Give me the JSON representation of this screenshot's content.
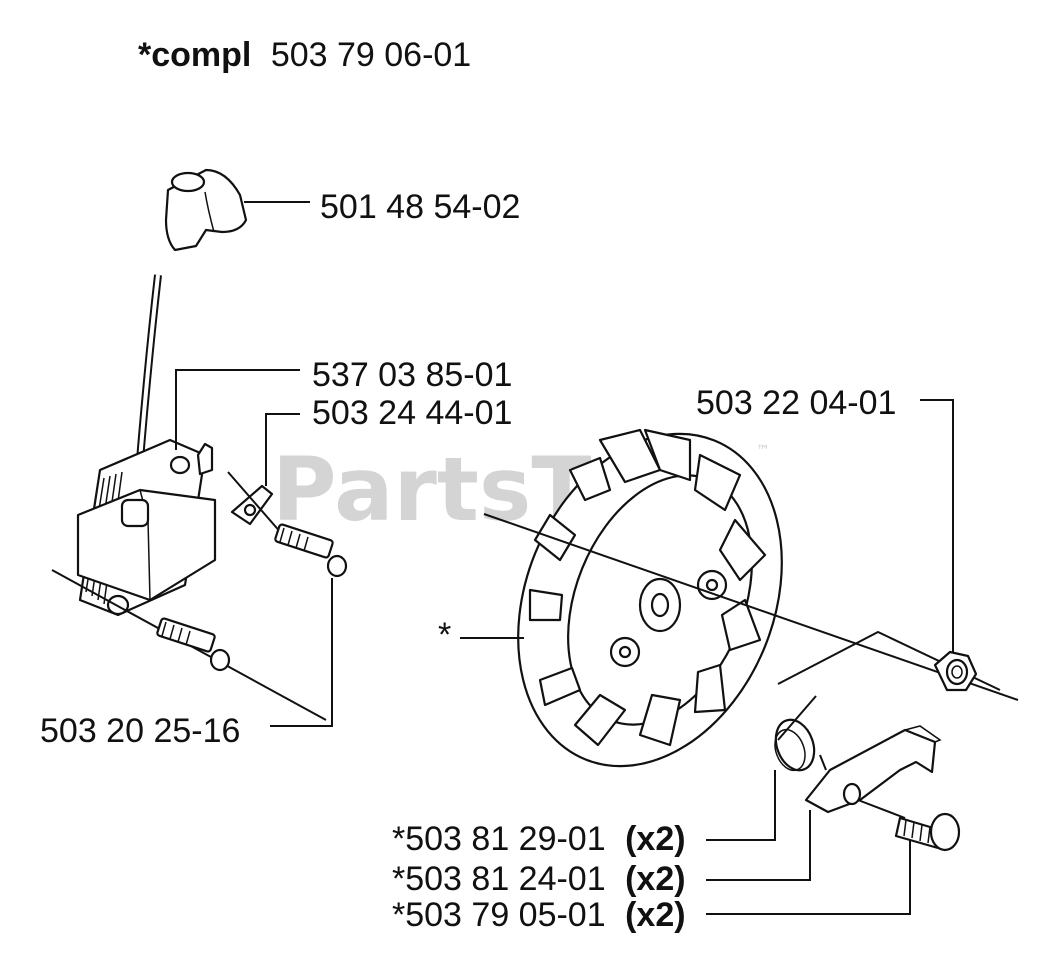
{
  "title": {
    "prefix": "*compl",
    "number": "503 79 06-01"
  },
  "watermark": {
    "text": "PartsTree",
    "trademark": "™"
  },
  "callouts": {
    "spark_plug_cap": "501 48 54-02",
    "ignition_module": "537 03 85-01",
    "terminal": "503 24 44-01",
    "screws": "503 20 25-16",
    "nut": "503 22 04-01",
    "flywheel_star": "*",
    "spring": {
      "number": "*503 81 29-01",
      "qty": "(x2)"
    },
    "pawl": {
      "number": "*503 81 24-01",
      "qty": "(x2)"
    },
    "pin": {
      "number": "*503 79 05-01",
      "qty": "(x2)"
    }
  }
}
